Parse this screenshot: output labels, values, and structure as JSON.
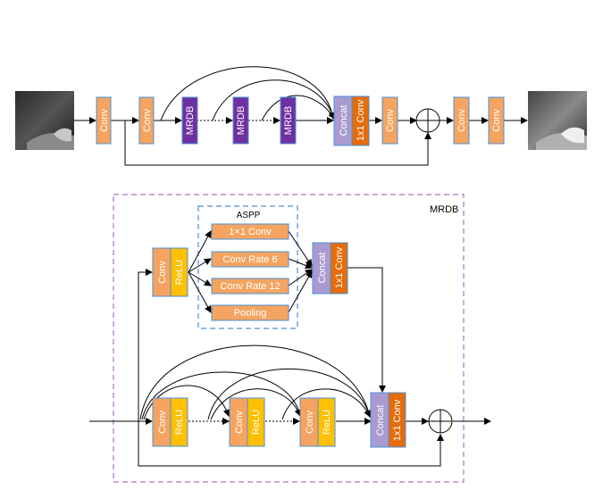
{
  "top": {
    "conv_label": "Conv",
    "mrdb_label": "MRDB",
    "concat_label": "Concat",
    "conv1x1_label": "1x1 Conv"
  },
  "mrdb": {
    "title": "MRDB",
    "conv_label": "Conv",
    "relu_label": "ReLU",
    "concat_label": "Concat",
    "conv1x1_label": "1x1 Conv"
  },
  "aspp": {
    "title": "ASPP",
    "branches": [
      "1×1 Conv",
      "Conv Rate 6",
      "Conv Rate 12",
      "Pooling"
    ]
  },
  "colors": {
    "conv": "#F4A460",
    "mrdb": "#7030A0",
    "concat": "#A99BD0",
    "conv1x1": "#E46C0A",
    "relu": "#FFC000",
    "aspp_border": "#4A90D9",
    "mrdb_border": "#B070C8"
  }
}
